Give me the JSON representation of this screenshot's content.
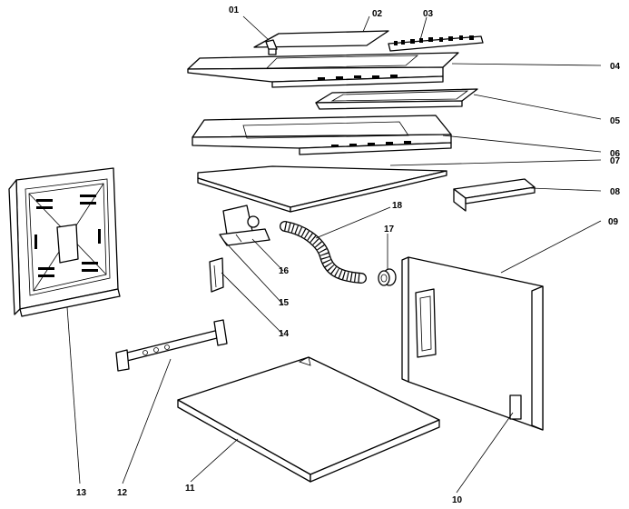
{
  "diagram": {
    "callouts": {
      "c01": "01",
      "c02": "02",
      "c03": "03",
      "c04": "04",
      "c05": "05",
      "c06": "06",
      "c07": "07",
      "c08": "08",
      "c09": "09",
      "c10": "10",
      "c11": "11",
      "c12": "12",
      "c13": "13",
      "c14": "14",
      "c15": "15",
      "c16": "16",
      "c17": "17",
      "c18": "18"
    }
  }
}
